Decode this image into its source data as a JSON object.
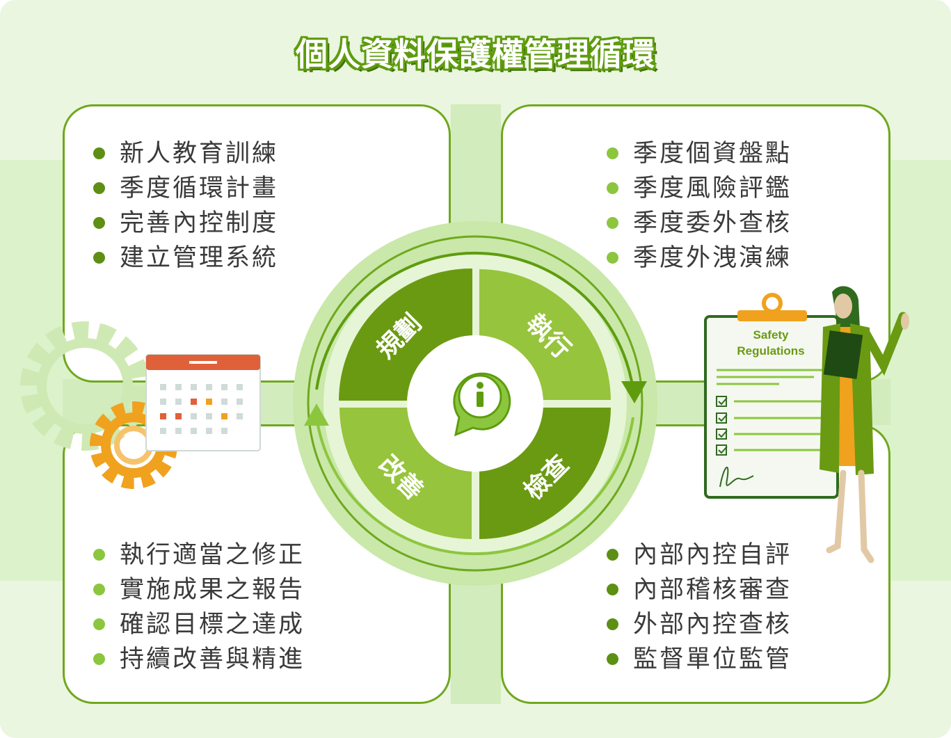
{
  "title": "個人資料保護權管理循環",
  "cycle": {
    "plan": "規劃",
    "do": "執行",
    "check": "檢查",
    "act": "改善"
  },
  "plan_items": [
    "新人教育訓練",
    "季度循環計畫",
    "完善內控制度",
    "建立管理系統"
  ],
  "do_items": [
    "季度個資盤點",
    "季度風險評鑑",
    "季度委外查核",
    "季度外洩演練"
  ],
  "act_items": [
    "執行適當之修正",
    "實施成果之報告",
    "確認目標之達成",
    "持續改善與精進"
  ],
  "check_items": [
    "內部內控自評",
    "內部稽核審查",
    "外部內控查核",
    "監督單位監管"
  ],
  "clipboard": {
    "title_line1": "Safety",
    "title_line2": "Regulations"
  },
  "colors": {
    "dark_green": "#6a9a12",
    "light_green": "#96c43c",
    "accent_orange": "#f0a21e",
    "calendar_red": "#e0603a"
  },
  "icons": [
    "gear-icon",
    "calendar-icon",
    "info-icon",
    "clipboard-icon",
    "businesswoman-figure"
  ]
}
